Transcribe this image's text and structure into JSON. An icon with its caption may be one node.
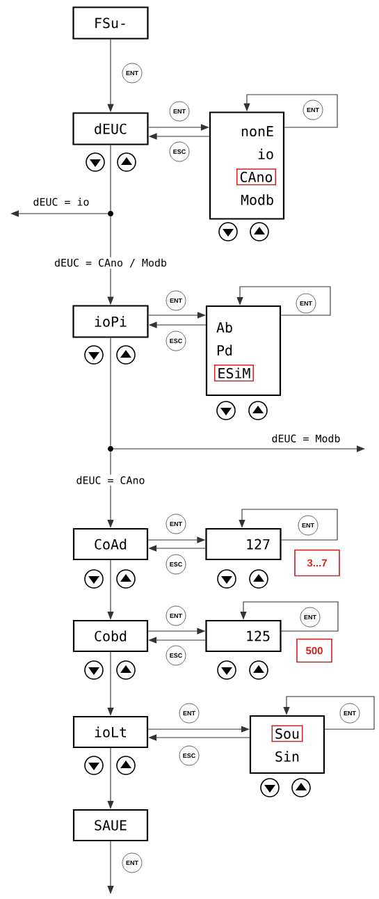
{
  "diagram": {
    "nodes": [
      {
        "text": [
          "FSu-"
        ]
      },
      {
        "text": [
          "dEUC"
        ]
      },
      {
        "text": [
          "nonE",
          "io",
          "CAno",
          "Modb"
        ]
      },
      {
        "text": [],
        "shape": "circle"
      },
      {
        "text": [
          "ioPi"
        ]
      },
      {
        "text": [
          "Ab",
          "Pd",
          "ESiM"
        ]
      },
      {
        "text": [],
        "shape": "circle"
      },
      {
        "text": [
          "CoAd"
        ]
      },
      {
        "text": [
          "127"
        ]
      },
      {
        "text": [
          "3...7"
        ]
      },
      {
        "text": [
          "Cobd"
        ]
      },
      {
        "text": [
          "125"
        ]
      },
      {
        "text": [
          "500"
        ]
      },
      {
        "text": [
          "ioLt"
        ]
      },
      {
        "text": [
          "Sou",
          "Sin"
        ]
      },
      {
        "text": [
          "SAUE"
        ]
      }
    ],
    "edges": [
      {
        "from": 0,
        "to": 1,
        "arrow": "to",
        "label": "ENT"
      },
      {
        "from": 1,
        "to": 2,
        "arrow": "to",
        "label": "ENT"
      },
      {
        "from": 2,
        "to": 1,
        "arrow": "to",
        "label": "ESC"
      },
      {
        "from": 2,
        "to": 2,
        "arrow": "to",
        "label": "ENT"
      },
      {
        "from": 1,
        "to": 3,
        "arrow": "none"
      },
      {
        "from": 3,
        "to": null,
        "arrow": "to",
        "label": "dEUC = io"
      },
      {
        "from": 3,
        "to": 4,
        "arrow": "to",
        "label": "dEUC = CAno / Modb"
      },
      {
        "from": 4,
        "to": 5,
        "arrow": "to",
        "label": "ENT"
      },
      {
        "from": 5,
        "to": 4,
        "arrow": "to",
        "label": "ESC"
      },
      {
        "from": 5,
        "to": 5,
        "arrow": "to",
        "label": "ENT"
      },
      {
        "from": 4,
        "to": 6,
        "arrow": "none"
      },
      {
        "from": 6,
        "to": null,
        "arrow": "to",
        "label": "dEUC = Modb"
      },
      {
        "from": 6,
        "to": 7,
        "arrow": "to",
        "label": "dEUC = CAno"
      },
      {
        "from": 7,
        "to": 8,
        "arrow": "to",
        "label": "ENT"
      },
      {
        "from": 8,
        "to": 7,
        "arrow": "to",
        "label": "ESC"
      },
      {
        "from": 8,
        "to": 8,
        "arrow": "to",
        "label": "ENT"
      },
      {
        "from": 7,
        "to": 10,
        "arrow": "to"
      },
      {
        "from": 10,
        "to": 11,
        "arrow": "to",
        "label": "ENT"
      },
      {
        "from": 11,
        "to": 10,
        "arrow": "to",
        "label": "ESC"
      },
      {
        "from": 11,
        "to": 11,
        "arrow": "to",
        "label": "ENT"
      },
      {
        "from": 10,
        "to": 13,
        "arrow": "to"
      },
      {
        "from": 13,
        "to": 14,
        "arrow": "to",
        "label": "ENT"
      },
      {
        "from": 14,
        "to": 13,
        "arrow": "to",
        "label": "ESC"
      },
      {
        "from": 14,
        "to": 14,
        "arrow": "to",
        "label": "ENT"
      },
      {
        "from": 13,
        "to": 15,
        "arrow": "to"
      },
      {
        "from": 15,
        "to": null,
        "arrow": "to",
        "label": "ENT"
      }
    ]
  }
}
